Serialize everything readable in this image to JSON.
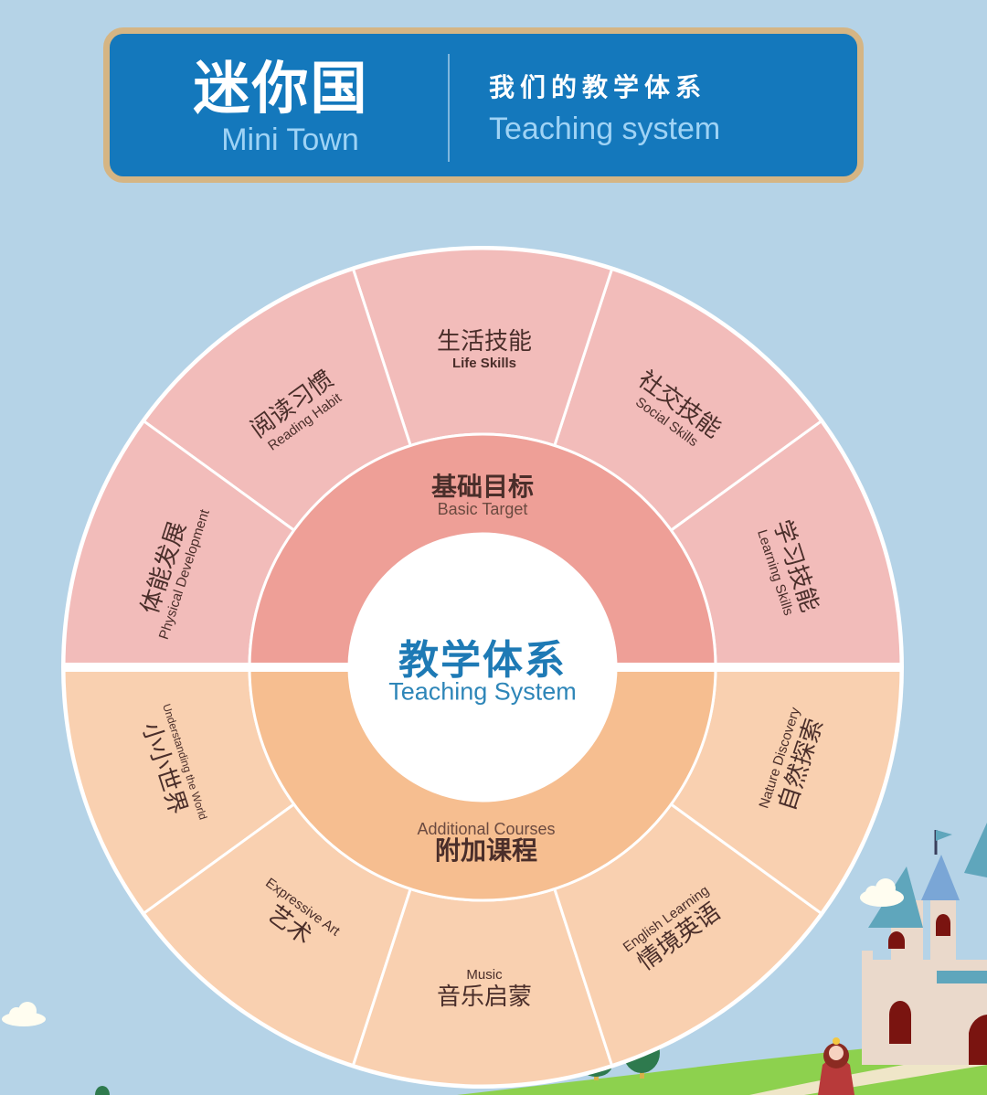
{
  "banner": {
    "brand_cn": "迷你国",
    "brand_en": "Mini Town",
    "subtitle_cn": "我们的教学体系",
    "subtitle_en": "Teaching system"
  },
  "center": {
    "title_cn": "教学体系",
    "title_en": "Teaching System"
  },
  "inner_ring": {
    "top": {
      "cn": "基础目标",
      "en": "Basic Target"
    },
    "bottom": {
      "cn": "附加课程",
      "en": "Additional Courses"
    }
  },
  "outer_ring": {
    "top": [
      {
        "cn": "体能发展",
        "en": "Physical Development"
      },
      {
        "cn": "阅读习惯",
        "en": "Reading Habit"
      },
      {
        "cn": "生活技能",
        "en": "Life Skills"
      },
      {
        "cn": "社交技能",
        "en": "Social Skills"
      },
      {
        "cn": "学习技能",
        "en": "Learning Skills"
      }
    ],
    "bottom": [
      {
        "cn": "小小世界",
        "en": "Understanding the World"
      },
      {
        "cn": "艺术",
        "en": "Expressive Art"
      },
      {
        "cn": "音乐启蒙",
        "en": "Music"
      },
      {
        "cn": "情境英语",
        "en": "English Learning"
      },
      {
        "cn": "自然探索",
        "en": "Nature Discovery"
      }
    ]
  },
  "colors": {
    "background": "#B5D3E7",
    "banner_blue": "#1478BC",
    "banner_border": "#D5B584",
    "outer_top": "#F2BCBA",
    "inner_top": "#EE9F97",
    "outer_bottom": "#F9D0B0",
    "inner_bottom": "#F6BE90",
    "center_text": "#1E7AB5"
  },
  "decorations": [
    "cloud-icon",
    "castle-icon",
    "king-icon",
    "tree-icon",
    "hill-icon",
    "flag-icon"
  ]
}
